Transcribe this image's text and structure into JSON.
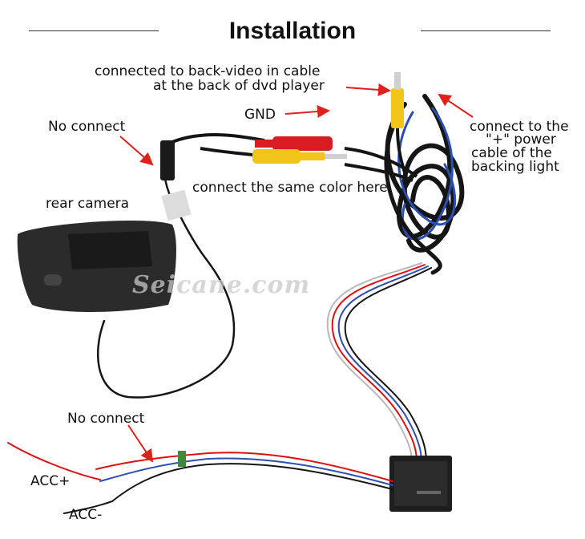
{
  "title": "Installation",
  "labels": {
    "backvideo_line1": "connected to back-video in cable",
    "backvideo_line2": "at the back of dvd player",
    "gnd": "GND",
    "no_connect_top": "No connect",
    "power_line1": "connect to the",
    "power_line2": "\"+\" power",
    "power_line3": "cable of the",
    "power_line4": "backing light",
    "rear_camera": "rear camera",
    "same_color": "connect the same color here",
    "no_connect_bottom": "No connect",
    "acc_plus": "ACC+",
    "acc_minus": "ACC-"
  },
  "watermark": "Seicane.com",
  "colors": {
    "arrow": "#e0201a",
    "connector_yellow": "#f2c419",
    "connector_red": "#d81c22",
    "cable_black": "#141414",
    "cable_blue": "#2a4fb0",
    "camera_body": "#2b2b2b"
  },
  "icons": [
    "red-arrow-icon",
    "rca-connector-icon",
    "rear-camera-image",
    "control-box-image",
    "cable-bundle-image"
  ]
}
